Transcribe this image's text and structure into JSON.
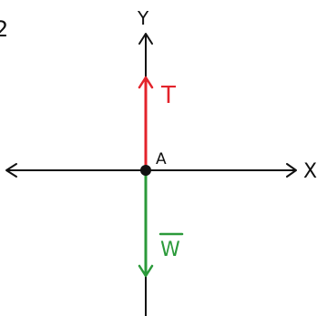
{
  "diagram": {
    "axis_x_label": "X",
    "axis_y_label": "Y",
    "point_label": "A",
    "vector_up_label": "T",
    "vector_down_label": "W",
    "corner_mark": "2",
    "colors": {
      "axis": "#111111",
      "vector_up": "#e3232b",
      "vector_down": "#2b9a3a",
      "point": "#111111"
    }
  }
}
